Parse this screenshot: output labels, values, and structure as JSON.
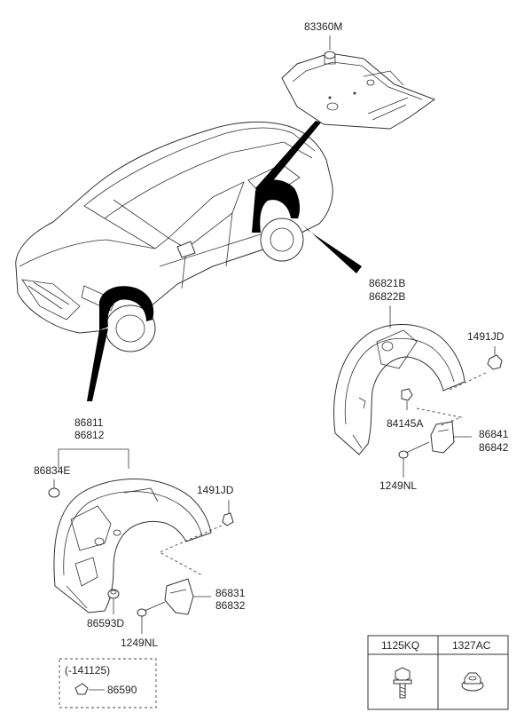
{
  "parts": {
    "under_cover": "83360M",
    "rear_guard_line1": "86821B",
    "rear_guard_line2": "86822B",
    "rear_clip": "1491JD",
    "rear_nut": "84145A",
    "rear_flap_line1": "86841",
    "rear_flap_line2": "86842",
    "rear_screw": "1249NL",
    "front_guard_line1": "86811",
    "front_guard_line2": "86812",
    "front_washer": "86834E",
    "front_clip": "1491JD",
    "front_grommet": "86593D",
    "front_flap_line1": "86831",
    "front_flap_line2": "86832",
    "front_screw": "1249NL"
  },
  "variant_box": {
    "condition": "(-141125)",
    "part": "86590"
  },
  "fastener_table": {
    "col1": "1125KQ",
    "col2": "1327AC"
  }
}
